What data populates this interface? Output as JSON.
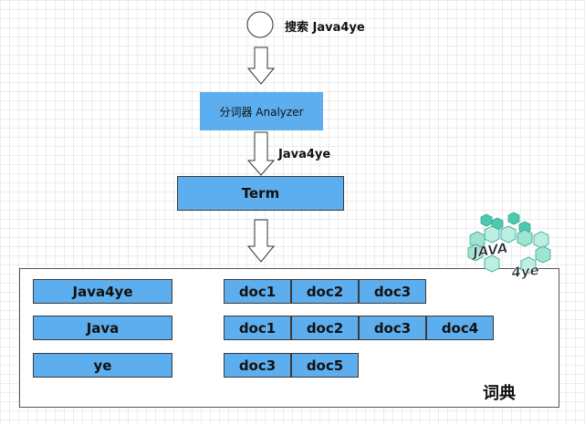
{
  "colors": {
    "box_fill": "#5daeee",
    "box_border": "#3a3a3a",
    "grid": "#ececec"
  },
  "search": {
    "label": "搜索 Java4ye"
  },
  "analyzer": {
    "label": "分词器 Analyzer"
  },
  "flow": {
    "token_label": "Java4ye"
  },
  "term": {
    "label": "Term"
  },
  "dictionary": {
    "title": "词典",
    "rows": [
      {
        "term": "Java4ye",
        "docs": [
          "doc1",
          "doc2",
          "doc3"
        ]
      },
      {
        "term": "Java",
        "docs": [
          "doc1",
          "doc2",
          "doc3",
          "doc4"
        ]
      },
      {
        "term": "ye",
        "docs": [
          "doc3",
          "doc5"
        ]
      }
    ]
  },
  "logo": {
    "text": "JAVA 4ye"
  }
}
